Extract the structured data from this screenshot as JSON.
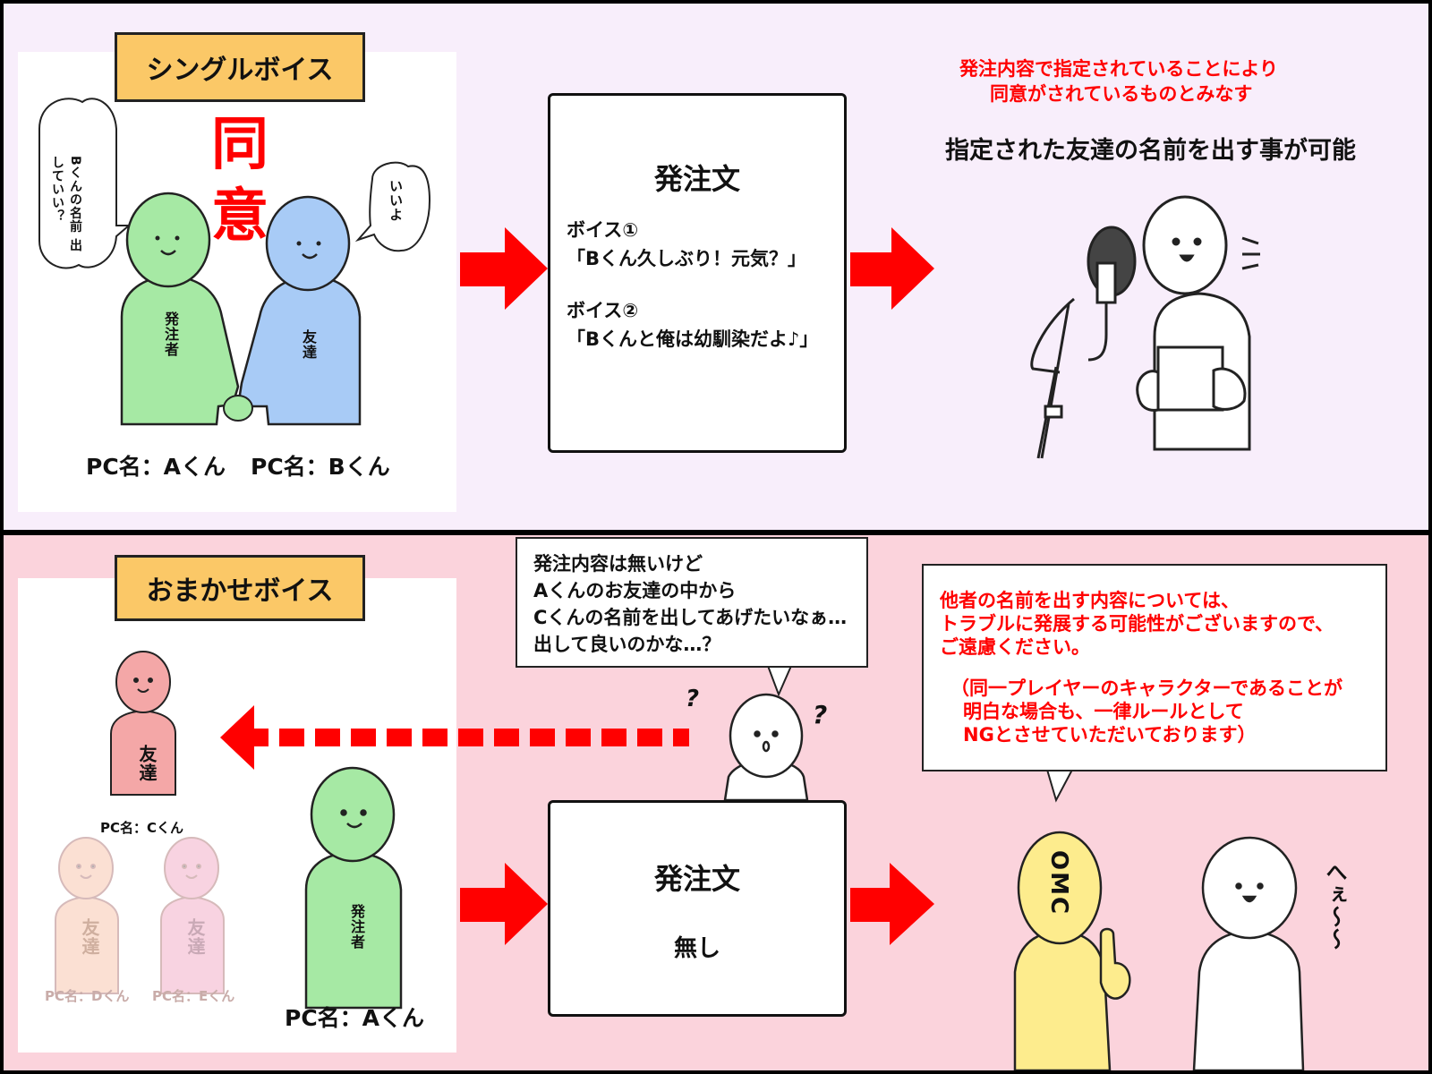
{
  "single": {
    "title": "シングルボイス",
    "consent_1": "同",
    "consent_2": "意",
    "bubble_left": "Bくんの名前 出していい？",
    "bubble_right": "いいよ",
    "orderer_label": "発注者",
    "friend_label": "友達",
    "pc_a": "PC名：Aくん",
    "pc_b": "PC名：Bくん",
    "order_title": "発注文",
    "voice1_label": "ボイス①",
    "voice1_text": "「Bくん久しぶり！元気？」",
    "voice2_label": "ボイス②",
    "voice2_text": "「Bくんと俺は幼馴染だよ♪」",
    "note_red_1": "発注内容で指定されていることにより",
    "note_red_2": "同意がされているものとみなす",
    "result": "指定された友達の名前を出す事が可能"
  },
  "omakase": {
    "title": "おまかせボイス",
    "friend_label": "友達",
    "pc_c": "PC名：Cくん",
    "pc_d": "PC名：Dくん",
    "pc_e": "PC名：Eくん",
    "orderer_label": "発注者",
    "pc_a": "PC名：Aくん",
    "thought_lines": [
      "発注内容は無いけど",
      "Aくんのお友達の中から",
      "Cくんの名前を出してあげたいなぁ…",
      "出して良いのかな…？"
    ],
    "question_mark": "?",
    "order_title": "発注文",
    "order_body": "無し",
    "omc_label": "OMC",
    "staff_red_lines": [
      "他者の名前を出す内容については、",
      "トラブルに発展する可能性がございますので、",
      "ご遠慮ください。"
    ],
    "staff_note_lines": [
      "（同一プレイヤーのキャラクターであることが",
      "明白な場合も、一律ルールとして",
      "NGとさせていただいております）"
    ],
    "reaction": "へぇ〜〜"
  },
  "colors": {
    "green": "#a6e9a4",
    "blue": "#a8cbf6",
    "pink": "#f4a7a7",
    "yellow": "#fdec8d",
    "arrow_red": "#ff0000"
  }
}
